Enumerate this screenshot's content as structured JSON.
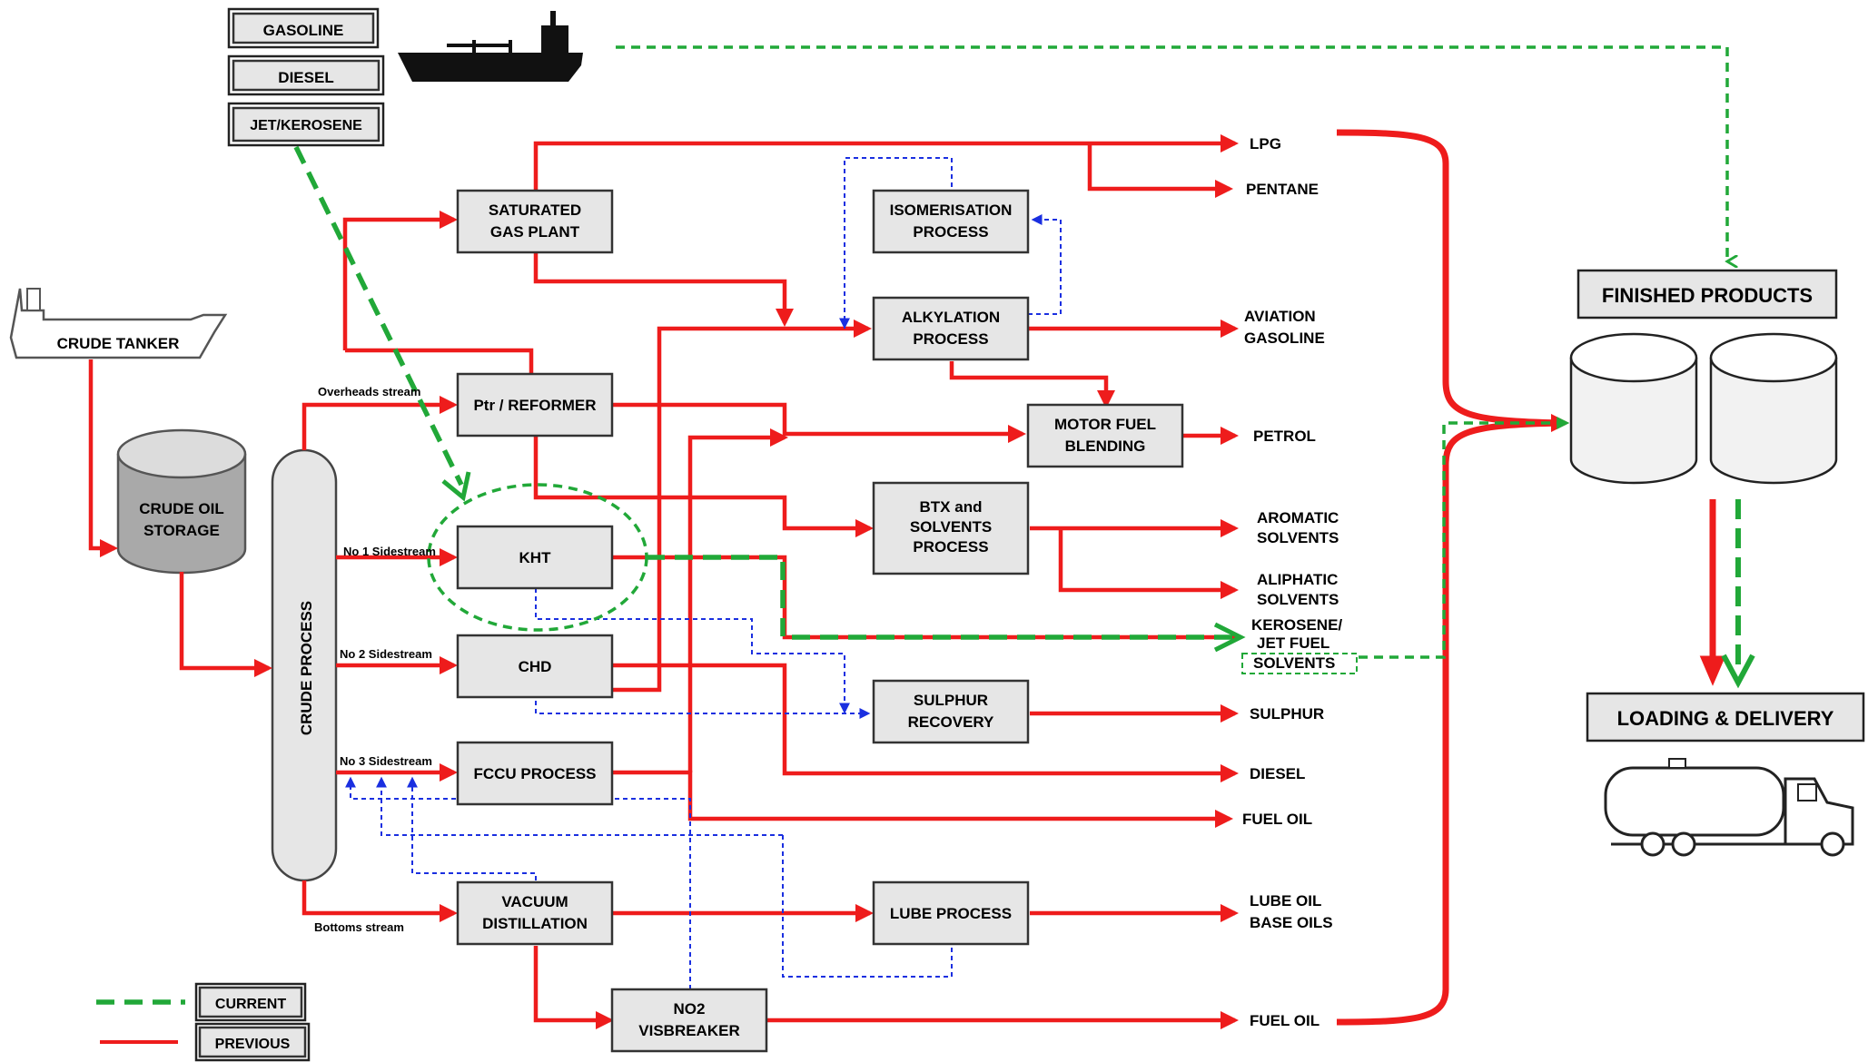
{
  "products_top": {
    "gasoline": "GASOLINE",
    "diesel": "DIESEL",
    "jet": "JET/KEROSENE"
  },
  "crude_tanker": "CRUDE TANKER",
  "crude_storage": [
    "CRUDE OIL",
    "STORAGE"
  ],
  "crude_process": "CRUDE PROCESS",
  "streams": {
    "overheads": "Overheads stream",
    "side1": "No 1 Sidestream",
    "side2": "No 2 Sidestream",
    "side3": "No 3 Sidestream",
    "bottoms": "Bottoms stream"
  },
  "units": {
    "sat_gas": [
      "SATURATED",
      "GAS PLANT"
    ],
    "reformer": [
      "Ptr / REFORMER"
    ],
    "kht": [
      "KHT"
    ],
    "chd": [
      "CHD"
    ],
    "fccu": [
      "FCCU PROCESS"
    ],
    "vacuum": [
      "VACUUM",
      "DISTILLATION"
    ],
    "visbreaker": [
      "NO2",
      "VISBREAKER"
    ],
    "isomerisation": [
      "ISOMERISATION",
      "PROCESS"
    ],
    "alkylation": [
      "ALKYLATION",
      "PROCESS"
    ],
    "motor_fuel": [
      "MOTOR FUEL",
      "BLENDING"
    ],
    "btx": [
      "BTX and",
      "SOLVENTS",
      "PROCESS"
    ],
    "sulphur_rec": [
      "SULPHUR",
      "RECOVERY"
    ],
    "lube": [
      "LUBE PROCESS"
    ]
  },
  "outputs": {
    "lpg": [
      "LPG"
    ],
    "pentane": [
      "PENTANE"
    ],
    "avgas": [
      "AVIATION",
      "GASOLINE"
    ],
    "petrol": [
      "PETROL"
    ],
    "aromatic": [
      "AROMATIC",
      "SOLVENTS"
    ],
    "aliphatic": [
      "ALIPHATIC",
      "SOLVENTS"
    ],
    "kerosene": [
      "KEROSENE/",
      "JET FUEL",
      "SOLVENTS"
    ],
    "sulphur": [
      "SULPHUR"
    ],
    "diesel": [
      "DIESEL"
    ],
    "fuel_oil_1": [
      "FUEL OIL"
    ],
    "lube_oil": [
      "LUBE OIL",
      "BASE OILS"
    ],
    "fuel_oil_2": [
      "FUEL OIL"
    ]
  },
  "finished_products": "FINISHED PRODUCTS",
  "loading_delivery": "LOADING & DELIVERY",
  "legend": {
    "current": "CURRENT",
    "previous": "PREVIOUS"
  },
  "colors": {
    "previous_flow": "#ee1c1c",
    "current_flow": "#21a838",
    "utility_flow": "#1a2fe0",
    "unit_fill": "#e6e6e6"
  }
}
